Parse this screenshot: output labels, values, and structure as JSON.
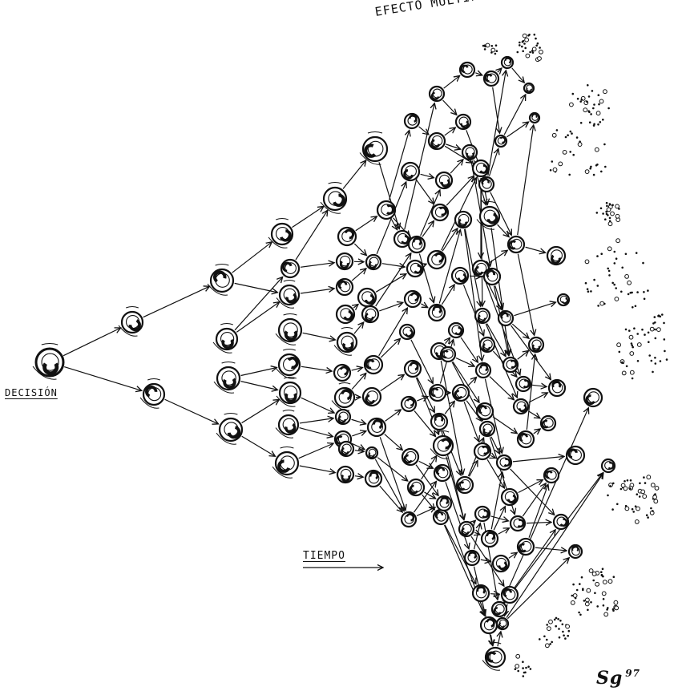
{
  "title": "EFECTO MULTIPLICADOR",
  "labels": {
    "decision": "DECISIÓN",
    "time": "TIEMPO"
  },
  "signature": {
    "initials": "Sg",
    "year": "97"
  },
  "colors": {
    "ink": "#111111",
    "background": "#ffffff"
  }
}
